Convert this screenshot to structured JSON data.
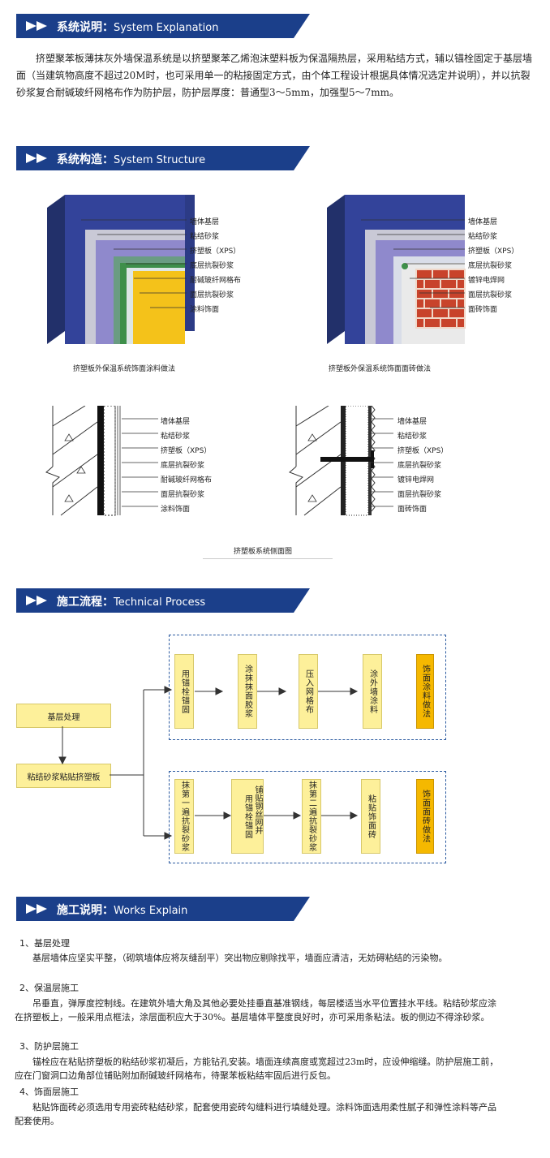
{
  "sections": {
    "s1": {
      "cn": "系统说明：",
      "en": "System Explanation"
    },
    "s2": {
      "cn": "系统构造：",
      "en": "System Structure"
    },
    "s3": {
      "cn": "施工流程：",
      "en": "Technical Process"
    },
    "s4": {
      "cn": "施工说明：",
      "en": "Works Explain"
    }
  },
  "explanation": "挤塑聚苯板薄抹灰外墙保温系统是以挤塑聚苯乙烯泡沫塑料板为保温隔热层，采用粘结方式，辅以锚栓固定于基层墙面（当建筑物高度不超过20M时，也可采用单一的粘接固定方式，由个体工程设计根据具体情况选定并说明），并以抗裂砂浆复合耐碱玻纤网格布作为防护层，防护层厚度：普通型3～5mm，加强型5～7mm。",
  "structure": {
    "left_labels": [
      "墙体基层",
      "粘结砂浆",
      "挤塑板（XPS）",
      "底层抗裂砂浆",
      "耐碱玻纤网格布",
      "面层抗裂砂浆",
      "涂料饰面"
    ],
    "right_labels": [
      "墙体基层",
      "粘结砂浆",
      "挤塑板（XPS）",
      "底层抗裂砂浆",
      "镀锌电焊网",
      "面层抗裂砂浆",
      "面砖饰面"
    ],
    "left_caption": "挤塑板外保温系统饰面涂料做法",
    "right_caption": "挤塑板外保温系统饰面面砖做法",
    "section_caption": "挤塑板系统侧面图"
  },
  "process": {
    "start1": "基层处理",
    "start2": "粘结砂浆粘贴挤塑板",
    "top": [
      "用锚栓锚固",
      "涂抹抹面胶浆",
      "压入网格布",
      "涂外墙涂料",
      "饰面涂料做法"
    ],
    "bottom": [
      "抹第一遍抗裂砂浆",
      "用锚栓锚固",
      "铺贴钢丝网并",
      "抹第二遍抗裂砂浆",
      "粘贴饰面砖",
      "饰面面砖做法"
    ]
  },
  "works": [
    {
      "title": "1、基层处理",
      "text": "基层墙体应坚实平整，（砌筑墙体应将灰缝刮平）突出物应剔除找平，墙面应清洁，无妨碍粘结的污染物。"
    },
    {
      "title": "2、保温层施工",
      "text": "吊垂直，弹厚度控制线。在建筑外墙大角及其他必要处挂垂直基准钢线，每层楼适当水平位置挂水平线。粘结砂浆应涂在挤塑板上，一般采用点框法，涂层面积应大于30%。基层墙体平整度良好时，亦可采用条粘法。板的侧边不得涂砂浆。"
    },
    {
      "title": "3、防护层施工",
      "text": "锚栓应在粘贴挤塑板的粘结砂浆初凝后，方能钻孔安装。墙面连续高度或宽超过23m时，应设伸缩缝。防护层施工前，应在门窗洞口边角部位铺贴附加耐碱玻纤网格布，待聚苯板粘结牢固后进行反包。"
    },
    {
      "title": "4、饰面层施工",
      "text": "粘贴饰面砖必须选用专用瓷砖粘结砂浆，配套使用瓷砖勾缝料进行填缝处理。涂料饰面选用柔性腻子和弹性涂料等产品配套使用。"
    }
  ],
  "colors": {
    "banner": "#1b3f8a",
    "box": "#fdf09a",
    "box_accent": "#f5b800"
  }
}
